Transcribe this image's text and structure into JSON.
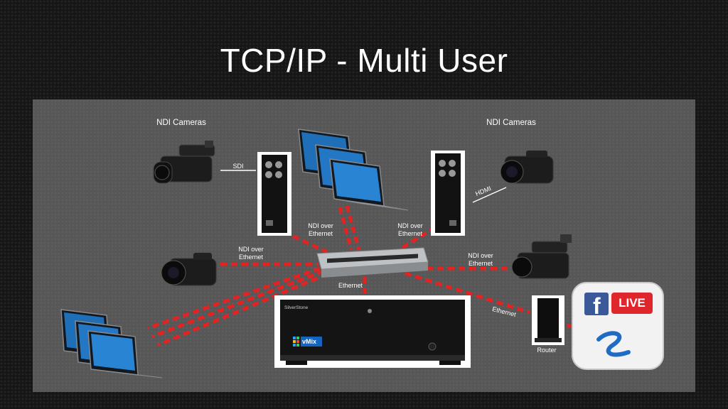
{
  "title": "TCP/IP - Multi User",
  "labels": {
    "ndi_cameras_left": "NDI Cameras",
    "ndi_cameras_right": "NDI Cameras",
    "sdi": "SDI",
    "hdmi": "HDMI",
    "ndi_over_ethernet": "NDI over\nEthernet",
    "ethernet": "Ethernet",
    "router": "Router",
    "vmix": "vMix",
    "live": "LIVE",
    "silverstone": "SilverStone"
  },
  "colors": {
    "link": "#e52222",
    "panel": "#575757",
    "facebook": "#3b5998",
    "live": "#e0262d"
  }
}
